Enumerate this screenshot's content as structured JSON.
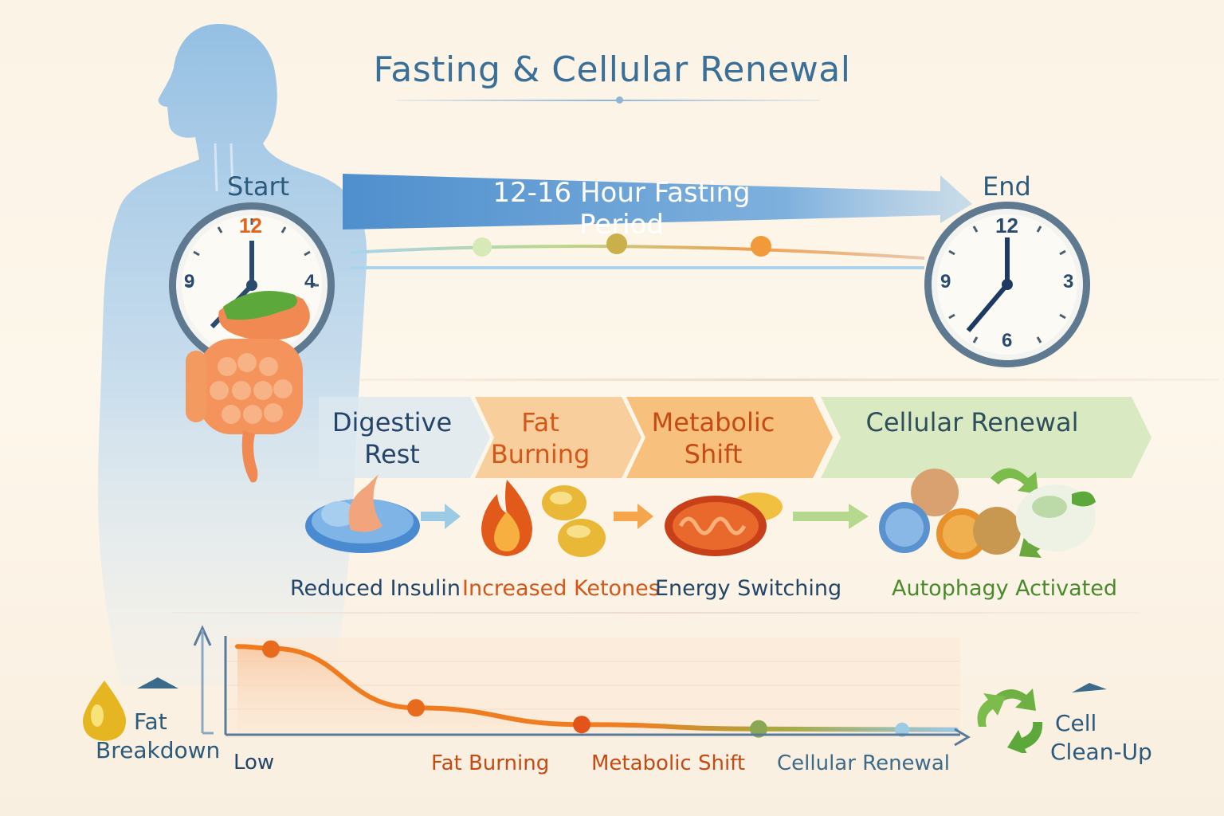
{
  "title": "Fasting & Cellular Renewal",
  "timeline": {
    "start_label": "Start",
    "end_label": "End",
    "period_label": "12-16 Hour Fasting Period"
  },
  "start_clock": {
    "numerals": [
      "12",
      "9",
      "4"
    ],
    "highlight_color": "#e2641c"
  },
  "end_clock": {
    "numerals": [
      "12",
      "9",
      "3",
      "6"
    ]
  },
  "stages": [
    {
      "line1": "Digestive",
      "line2": "Rest",
      "effect": "Reduced Insulin",
      "color": "#24456a",
      "effect_color": "#24456a"
    },
    {
      "line1": "Fat",
      "line2": "Burning",
      "effect": "Increased Ketones",
      "color": "#d4571a",
      "effect_color": "#d4571a"
    },
    {
      "line1": "Metabolic",
      "line2": "Shift",
      "effect": "Energy Switching",
      "color": "#c54a14",
      "effect_color": "#24456a"
    },
    {
      "line1": "Cellular Renewal",
      "line2": "",
      "effect": "Autophagy Activated",
      "color": "#2f4f5c",
      "effect_color": "#4a8a2c"
    }
  ],
  "chart_data": {
    "type": "line",
    "x": [
      "Low",
      "Fat Burning",
      "Metabolic Shift",
      "Cellular Renewal"
    ],
    "series": [
      {
        "values": [
          0.95,
          0.27,
          0.08,
          0.03
        ]
      }
    ],
    "xlabel": "",
    "ylabel": ""
  },
  "left_label": {
    "line1": "Fat",
    "line2": "Breakdown"
  },
  "right_label": {
    "line1": "Cell",
    "line2": "Clean-Up"
  },
  "colors": {
    "accent_blue": "#3a6f98",
    "orange": "#f07a1e",
    "green": "#6fb043"
  },
  "icons": [
    "silhouette-icon",
    "digestive-organs-icon",
    "pancreas-icon",
    "flame-icon",
    "ketone-droplets-icon",
    "mitochondria-icon",
    "cells-recycle-icon",
    "fat-droplet-icon",
    "recycle-icon"
  ]
}
